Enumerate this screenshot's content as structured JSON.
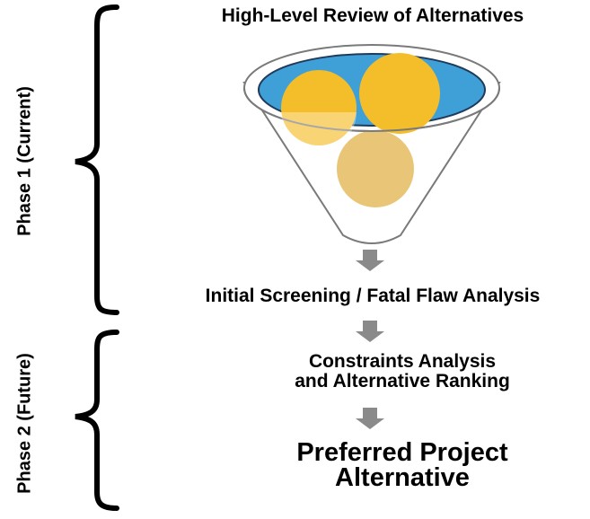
{
  "phase1": {
    "label": "Phase 1 (Current)"
  },
  "phase2": {
    "label": "Phase 2 (Future)"
  },
  "steps": {
    "top": "High-Level Review of Alternatives",
    "screening": "Initial Screening / Fatal Flaw Analysis",
    "constraints_line1": "Constraints Analysis",
    "constraints_line2": "and Alternative Ranking",
    "preferred_line1": "Preferred Project",
    "preferred_line2": "Alternative"
  },
  "colors": {
    "funnel_fill": "#3fa0d8",
    "ball": "#f4bd2a",
    "ball_faded": "#e9c677",
    "arrow": "#8a8a8a"
  }
}
